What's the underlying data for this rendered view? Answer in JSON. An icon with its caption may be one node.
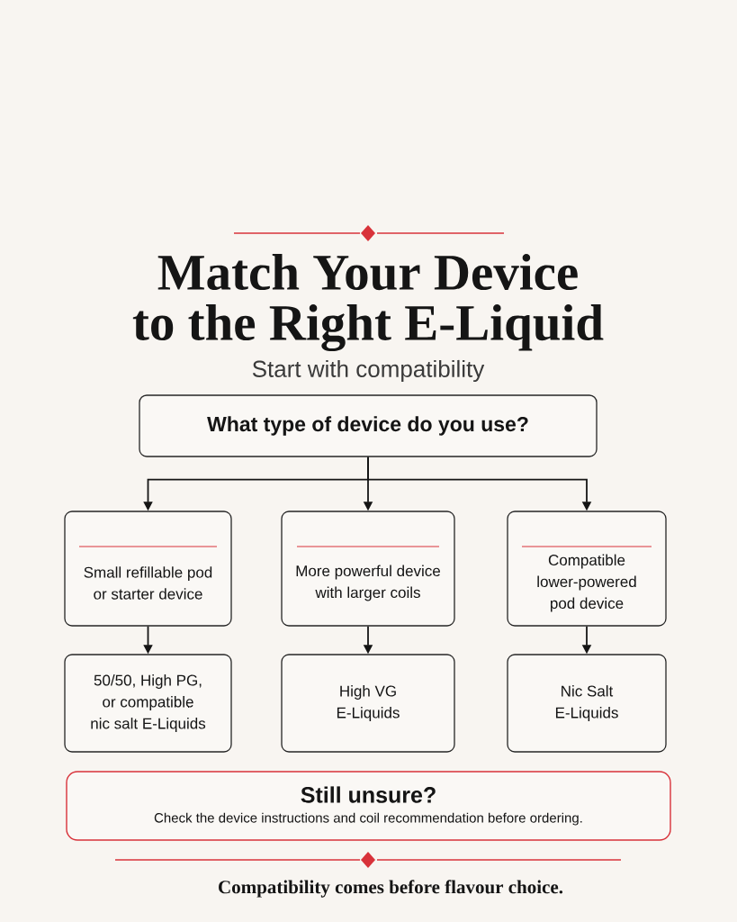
{
  "diagram": {
    "title": "Match Your Device to the Right E-Liquid",
    "nodes": [
      {
        "text": [
          "What type of device do you use?"
        ]
      },
      {
        "text": [
          "Small refillable pod or starter device"
        ]
      },
      {
        "text": [
          "More powerful device with larger coils"
        ]
      },
      {
        "text": [
          "Compatible lower-powered pod device"
        ]
      },
      {
        "text": [
          "50/50, High PG, or compatible nic salt E-Liquids"
        ]
      },
      {
        "text": [
          "High VG E-Liquids"
        ]
      },
      {
        "text": [
          "Nic Salt E-Liquids"
        ]
      },
      {
        "text": [
          "Still unsure?",
          "Check the device instructions and coil recommendation before ordering."
        ]
      }
    ],
    "edges": [
      {
        "from": 0,
        "to": 1,
        "arrow": "to"
      },
      {
        "from": 0,
        "to": 2,
        "arrow": "to"
      },
      {
        "from": 0,
        "to": 3,
        "arrow": "to"
      },
      {
        "from": 1,
        "to": 4,
        "arrow": "to"
      },
      {
        "from": 2,
        "to": 5,
        "arrow": "to"
      },
      {
        "from": 3,
        "to": 6,
        "arrow": "to"
      }
    ],
    "labels": [
      "Start with compatibility",
      "Compatibility comes before flavour choice."
    ]
  }
}
